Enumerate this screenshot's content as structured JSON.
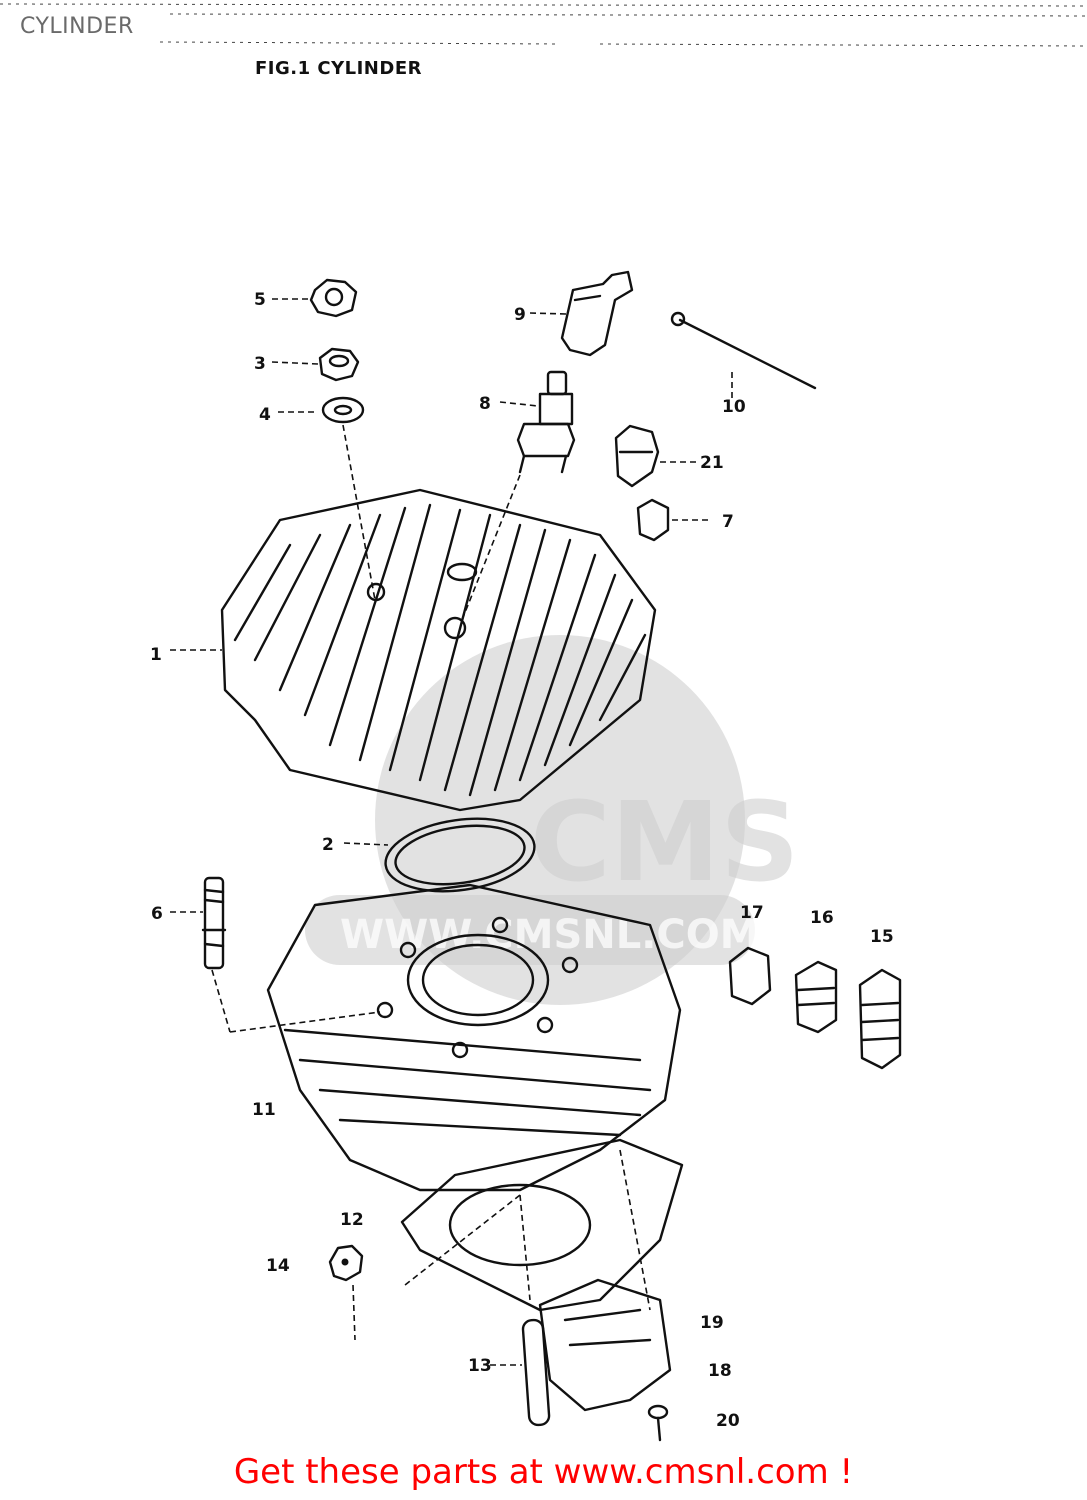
{
  "header": {
    "title": "CYLINDER"
  },
  "figure": {
    "caption": "FIG.1  CYLINDER"
  },
  "parts": [
    {
      "n": "1"
    },
    {
      "n": "2"
    },
    {
      "n": "3"
    },
    {
      "n": "4"
    },
    {
      "n": "5"
    },
    {
      "n": "6"
    },
    {
      "n": "7"
    },
    {
      "n": "8"
    },
    {
      "n": "9"
    },
    {
      "n": "10"
    },
    {
      "n": "11"
    },
    {
      "n": "12"
    },
    {
      "n": "13"
    },
    {
      "n": "14"
    },
    {
      "n": "15"
    },
    {
      "n": "16"
    },
    {
      "n": "17"
    },
    {
      "n": "18"
    },
    {
      "n": "19"
    },
    {
      "n": "20"
    },
    {
      "n": "21"
    }
  ],
  "watermark": {
    "text": "CMS",
    "url": "WWW.CMSNL.COM"
  },
  "footer": {
    "text": "Get these parts at www.cmsnl.com !"
  }
}
